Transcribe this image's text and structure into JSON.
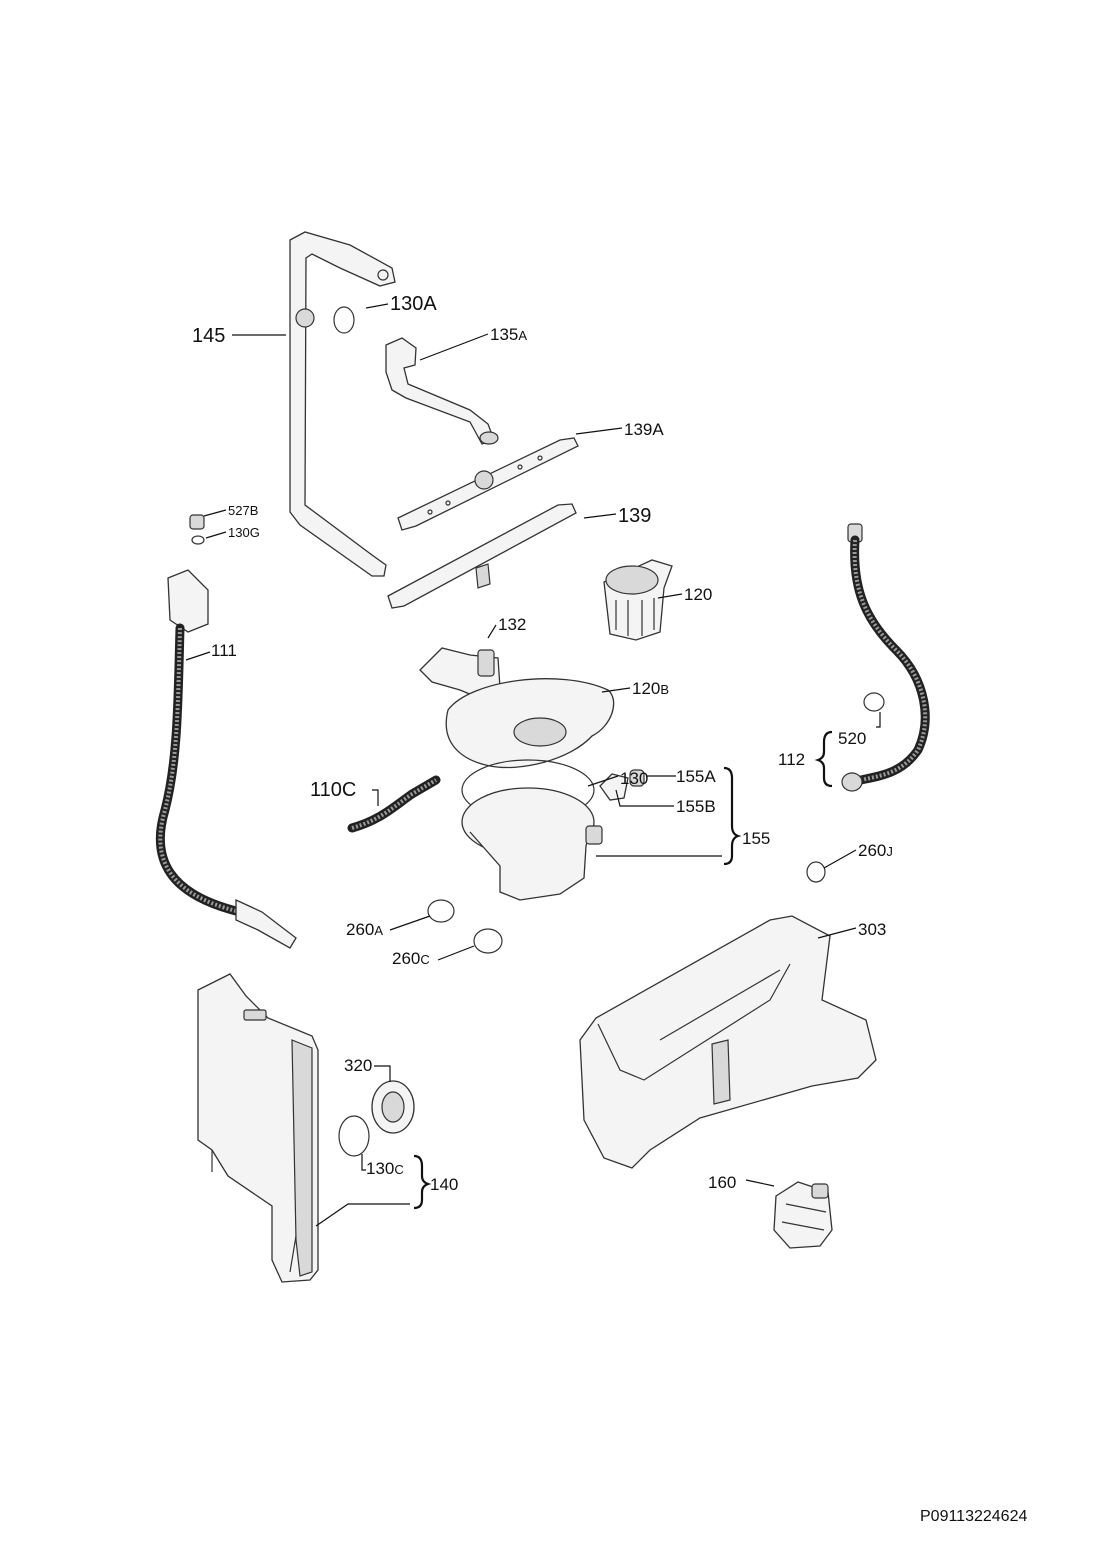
{
  "parts": {
    "p145": "145",
    "p130a": "130A",
    "p135a_num": "135",
    "p135a_suf": "A",
    "p139a": "139A",
    "p139": "139",
    "p527b_num": "527",
    "p527b_suf": "B",
    "p130g_num": "130",
    "p130g_suf": "G",
    "p111": "111",
    "p132": "132",
    "p120": "120",
    "p120b_num": "120",
    "p120b_suf": "B",
    "p520": "520",
    "p112": "112",
    "p110c": "110C",
    "p130": "130",
    "p155a": "155A",
    "p155b": "155B",
    "p155": "155",
    "p260j_num": "260",
    "p260j_suf": "J",
    "p260a_num": "260",
    "p260a_suf": "A",
    "p260c_num": "260",
    "p260c_suf": "C",
    "p303": "303",
    "p320": "320",
    "p130c_num": "130",
    "p130c_suf": "C",
    "p140": "140",
    "p160": "160"
  },
  "document_code": "P09113224624"
}
